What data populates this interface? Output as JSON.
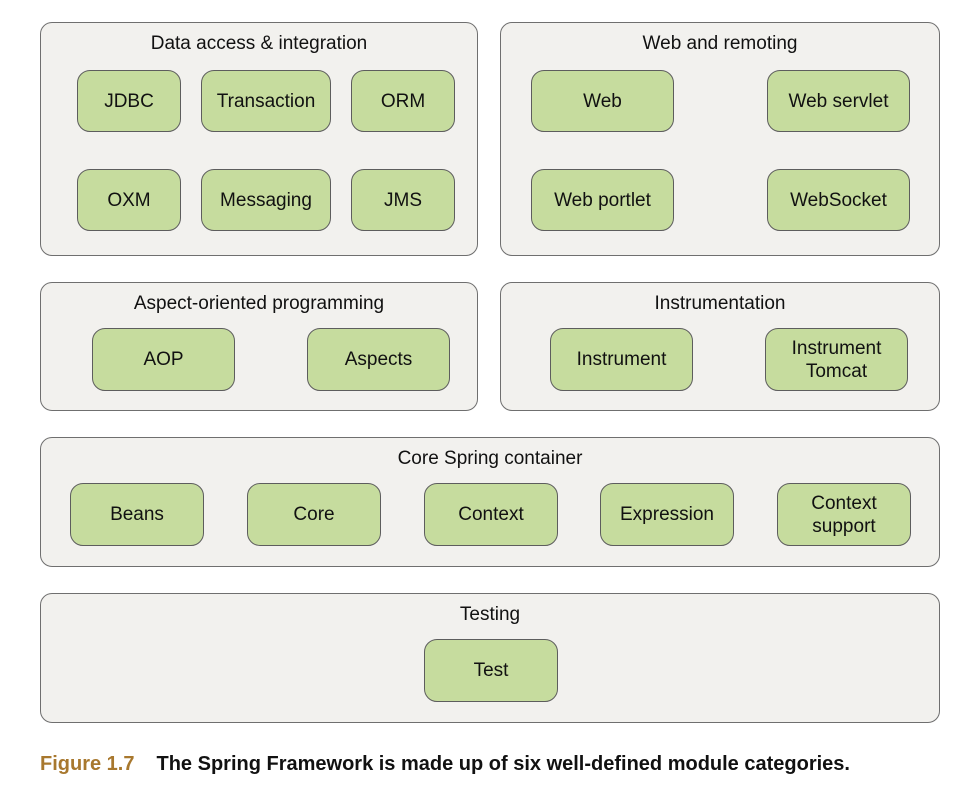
{
  "groups": {
    "data_access": {
      "title": "Data access & integration",
      "modules": [
        "JDBC",
        "Transaction",
        "ORM",
        "OXM",
        "Messaging",
        "JMS"
      ]
    },
    "web": {
      "title": "Web and remoting",
      "modules": [
        "Web",
        "Web servlet",
        "Web portlet",
        "WebSocket"
      ]
    },
    "aop": {
      "title": "Aspect-oriented programming",
      "modules": [
        "AOP",
        "Aspects"
      ]
    },
    "instrumentation": {
      "title": "Instrumentation",
      "modules": [
        "Instrument",
        "Instrument\nTomcat"
      ]
    },
    "core": {
      "title": "Core Spring container",
      "modules": [
        "Beans",
        "Core",
        "Context",
        "Expression",
        "Context\nsupport"
      ]
    },
    "testing": {
      "title": "Testing",
      "modules": [
        "Test"
      ]
    }
  },
  "caption": {
    "figure_label": "Figure 1.7",
    "text": "The Spring Framework is made up of six well-defined module categories."
  },
  "colors": {
    "module_fill": "#c6dc9e",
    "group_fill": "#f2f1ee",
    "figure_label": "#a8782e"
  }
}
